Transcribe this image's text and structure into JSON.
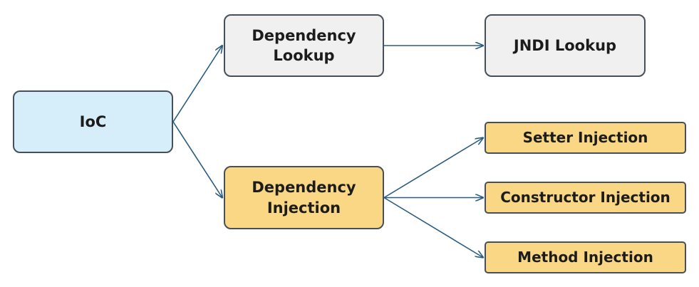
{
  "colors": {
    "ioc_fill": "#d6edfa",
    "lookup_fill": "#f0f0f0",
    "injection_fill": "#fad785",
    "border": "#46505a",
    "arrow": "#2a5c80"
  },
  "nodes": {
    "ioc": {
      "label": "IoC"
    },
    "dependency_lookup": {
      "label": "Dependency\nLookup"
    },
    "jndi_lookup": {
      "label": "JNDI Lookup"
    },
    "dependency_injection": {
      "label": "Dependency\nInjection"
    },
    "setter_injection": {
      "label": "Setter Injection"
    },
    "constructor_injection": {
      "label": "Constructor Injection"
    },
    "method_injection": {
      "label": "Method Injection"
    }
  },
  "edges": [
    {
      "from": "ioc",
      "to": "dependency_lookup"
    },
    {
      "from": "ioc",
      "to": "dependency_injection"
    },
    {
      "from": "dependency_lookup",
      "to": "jndi_lookup"
    },
    {
      "from": "dependency_injection",
      "to": "setter_injection"
    },
    {
      "from": "dependency_injection",
      "to": "constructor_injection"
    },
    {
      "from": "dependency_injection",
      "to": "method_injection"
    }
  ]
}
